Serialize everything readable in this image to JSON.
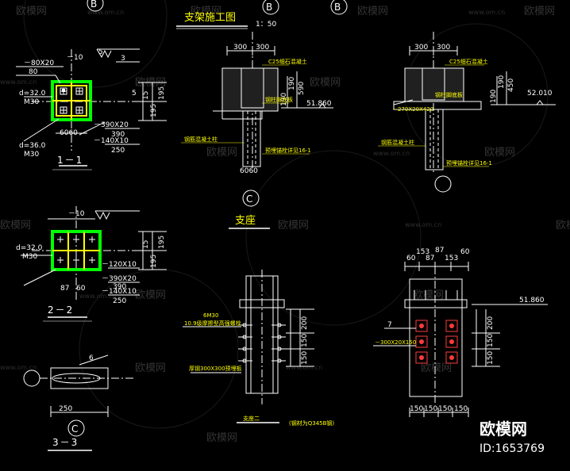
{
  "main_title": "支架施工图",
  "main_scale": "1：50",
  "support_title": "支座",
  "axes": {
    "b": "B",
    "c": "C"
  },
  "sections": {
    "s11": "1－1",
    "s22": "2－2",
    "s33": "3－3"
  },
  "s11_labels": {
    "plate": "－80X20",
    "plate_w": "80",
    "thk": "－10",
    "t5": "5",
    "bolt1": "d=32.0",
    "bolt1_m": "M30",
    "bolt2": "d=36.0",
    "bolt2_m": "M30",
    "d6060": "6060",
    "pl390": "－390X20",
    "n390": "390",
    "pl140": "－140X10",
    "n250": "250",
    "r1": "195",
    "r2": "195",
    "r3": "15",
    "r4": "5",
    "r5": "3"
  },
  "s22_labels": {
    "thk": "－10",
    "bolt": "d=32.0",
    "bolt_m": "M30",
    "pl120": "－120X10",
    "pl390": "－390X20",
    "n390": "390",
    "pl140": "－140X10",
    "n250": "250",
    "d87": "87",
    "d60": "60",
    "r1": "195",
    "r2": "195",
    "r3": "15"
  },
  "s33_labels": {
    "n250": "250",
    "n6": "6"
  },
  "elev_b1": {
    "d300a": "300",
    "d300b": "300",
    "v1": "190",
    "v2": "190",
    "v3": "590",
    "level": "51.860",
    "n6060": "6060",
    "ann1": "C25细石混凝土",
    "ann2": "钢柱脚底板",
    "ann3": "钢筋混凝土柱",
    "ann4": "预埋锚栓详见16-1"
  },
  "elev_b2": {
    "d300a": "300",
    "d300b": "300",
    "v1": "190",
    "v2": "190",
    "v3": "450",
    "level": "52.010",
    "plate": "－270X20X420",
    "ann1": "C25细石混凝土",
    "ann2": "钢柱脚底板",
    "ann3": "钢筋混凝土柱",
    "ann4": "预埋锚栓详见16-1"
  },
  "support1": {
    "bolt": "6M30",
    "ann1": "10.9级摩擦型高强螺栓",
    "ann2": "厚钢300X300预埋板",
    "caption": "支座二",
    "note": "(钢材为Q345B钢)",
    "v200": "200",
    "v150a": "150",
    "v150b": "150"
  },
  "support2": {
    "top": [
      "60",
      "153",
      "87",
      "153",
      "60"
    ],
    "top2": [
      "87"
    ],
    "level": "51.860",
    "n7": "7",
    "plate": "－300X20X150",
    "v200": "200",
    "v150a": "150",
    "v150b": "150",
    "bottom": [
      "150",
      "150",
      "150",
      "150"
    ]
  },
  "watermark": {
    "brand": "欧模网",
    "site": "www.om.cn"
  },
  "badge": {
    "brand": "欧模网",
    "id": "ID:1653769"
  },
  "colors": {
    "line": "#ffffff",
    "annotation": "#ffff00",
    "plate": "#00ff00",
    "bolt": "#ff3b3b",
    "background": "#000000"
  }
}
